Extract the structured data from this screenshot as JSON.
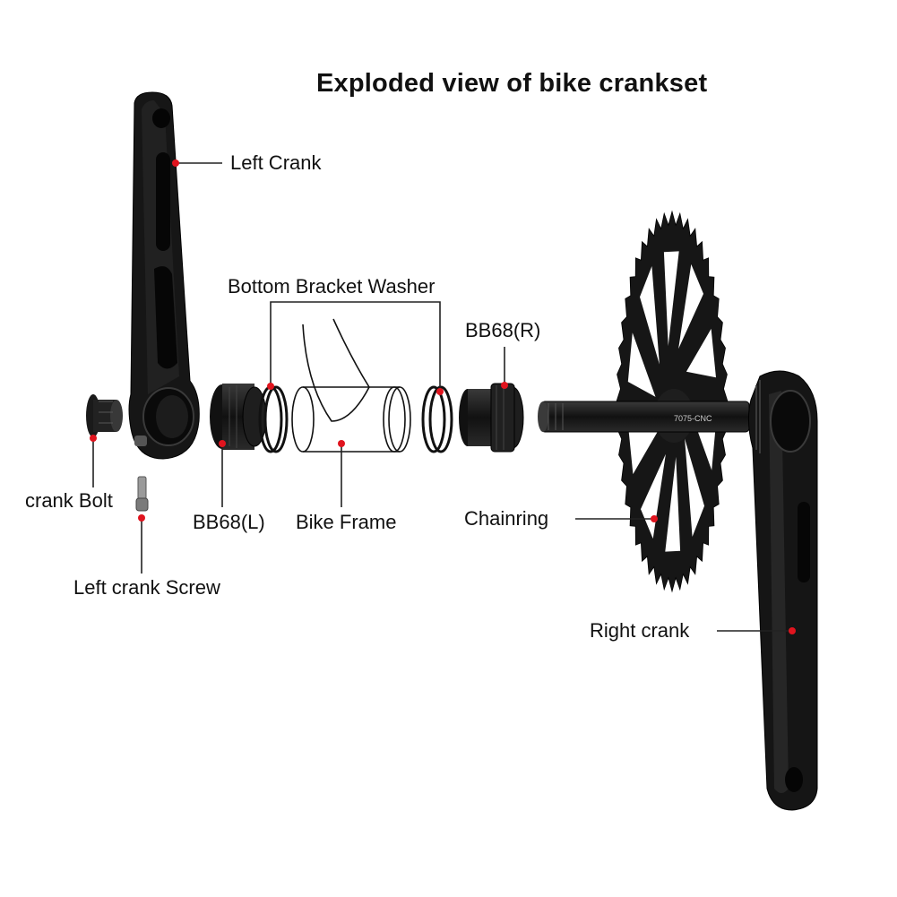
{
  "title": "Exploded view of bike crankset",
  "labels": {
    "left_crank": "Left Crank",
    "bottom_bracket_washer": "Bottom Bracket Washer",
    "bb68_right": "BB68(R)",
    "crank_bolt": "crank Bolt",
    "bb68_left": "BB68(L)",
    "bike_frame": "Bike Frame",
    "chainring": "Chainring",
    "left_crank_screw": "Left crank Screw",
    "right_crank": "Right crank"
  },
  "part_markings": {
    "spindle": "7075-CNC"
  },
  "colors": {
    "callout_dot": "#e0141e",
    "part_fill": "#1a1a1a",
    "leader_line": "#222222"
  }
}
